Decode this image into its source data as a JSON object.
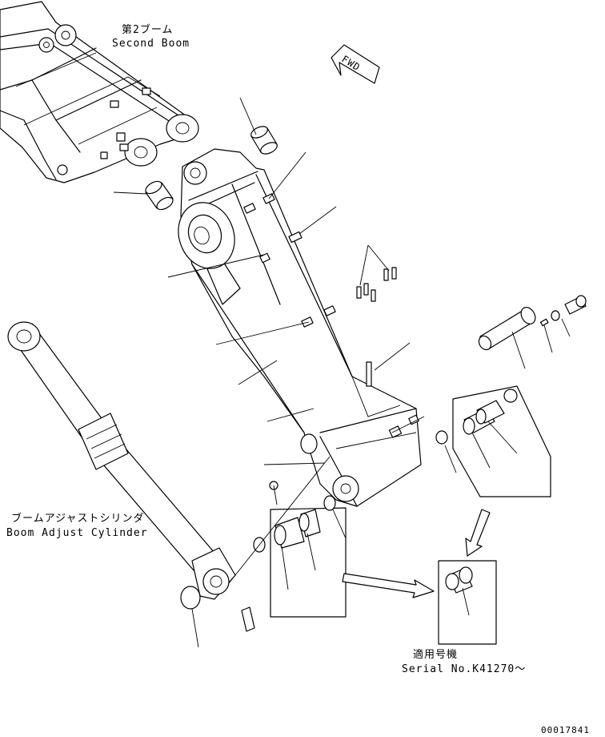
{
  "labels": {
    "second_boom_jp": "第2ブーム",
    "second_boom_en": "Second Boom",
    "fwd": "FWD",
    "cylinder_jp": "ブームアジャストシリンダ",
    "cylinder_en": "Boom Adjust Cylinder",
    "serial_jp": "適用号機",
    "serial_en": "Serial No.K41270〜",
    "drawing_no": "00017841"
  }
}
